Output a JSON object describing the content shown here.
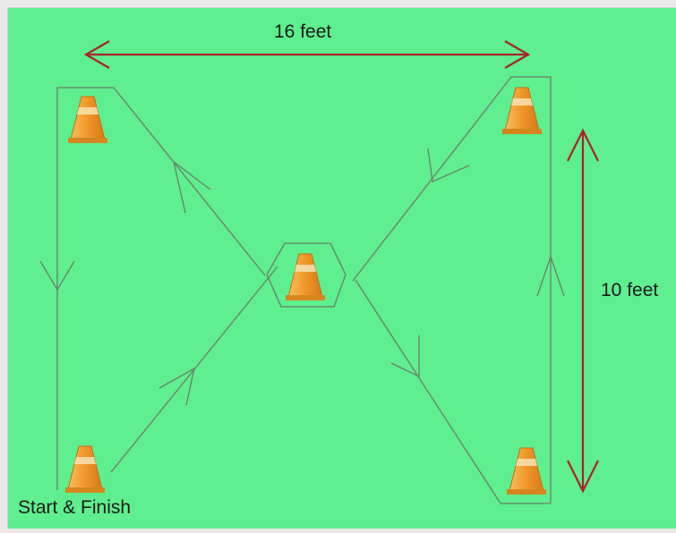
{
  "labels": {
    "width": "16 feet",
    "height": "10 feet",
    "start_finish": "Start & Finish"
  },
  "colors": {
    "field": "#5fee90",
    "path": "#6a7f6a",
    "dimension": "#a8232c",
    "cone": "#f29a2c"
  },
  "icons": [
    "traffic-cone-icon"
  ]
}
